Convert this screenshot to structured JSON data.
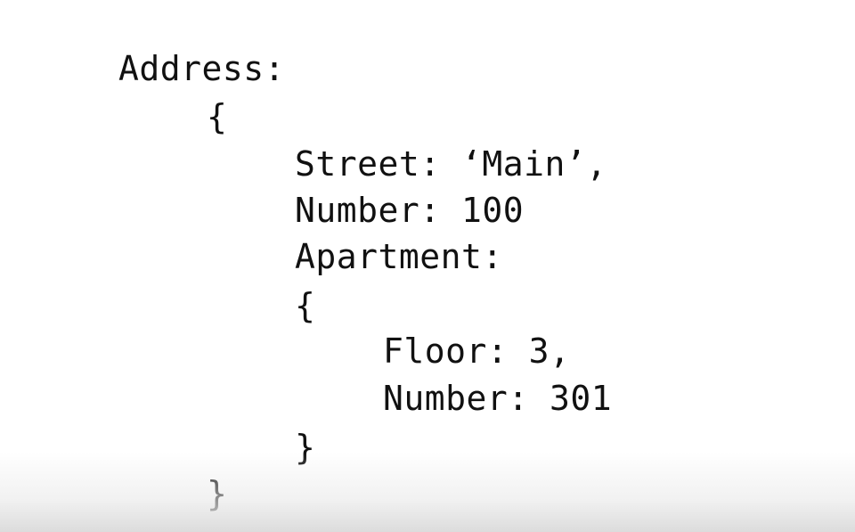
{
  "code_lines": [
    "Address:",
    "{",
    "Street: ‘Main’,",
    "Number: 100",
    "Apartment:",
    "{",
    "Floor: 3,",
    "Number: 301",
    "}",
    "}"
  ]
}
